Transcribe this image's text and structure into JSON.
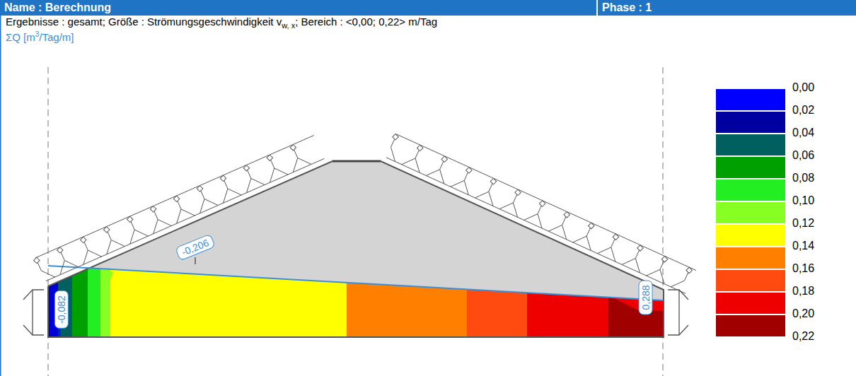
{
  "diagram": {
    "nodes": [
      {
        "text": [
          "Name : Berechnung"
        ]
      },
      {
        "text": [
          "Phase : 1"
        ]
      },
      {
        "text": [
          "-0,206"
        ]
      },
      {
        "text": [
          "-0,082"
        ]
      },
      {
        "text": [
          "0,288"
        ]
      }
    ],
    "labels": [
      "Ergebnisse : gesamt; Größe : Strömungsgeschwindigkeit v",
      "w, x",
      "; Bereich : <0,00; 0,22> m/Tag",
      "ΣQ [m",
      "3",
      "/Tag/m]",
      "0,22"
    ],
    "legend": [
      {
        "text": "0,00",
        "color": "#0000ff"
      },
      {
        "text": "0,02",
        "color": "#0000a0"
      },
      {
        "text": "0,04",
        "color": "#006060"
      },
      {
        "text": "0,06",
        "color": "#00a000"
      },
      {
        "text": "0,08",
        "color": "#22ee22"
      },
      {
        "text": "0,10",
        "color": "#88ff22"
      },
      {
        "text": "0,12",
        "color": "#ffff00"
      },
      {
        "text": "0,14",
        "color": "#ff8000"
      },
      {
        "text": "0,16",
        "color": "#ff4a10"
      },
      {
        "text": "0,18",
        "color": "#ee0000"
      },
      {
        "text": "0,20",
        "color": "#a00000"
      }
    ]
  }
}
